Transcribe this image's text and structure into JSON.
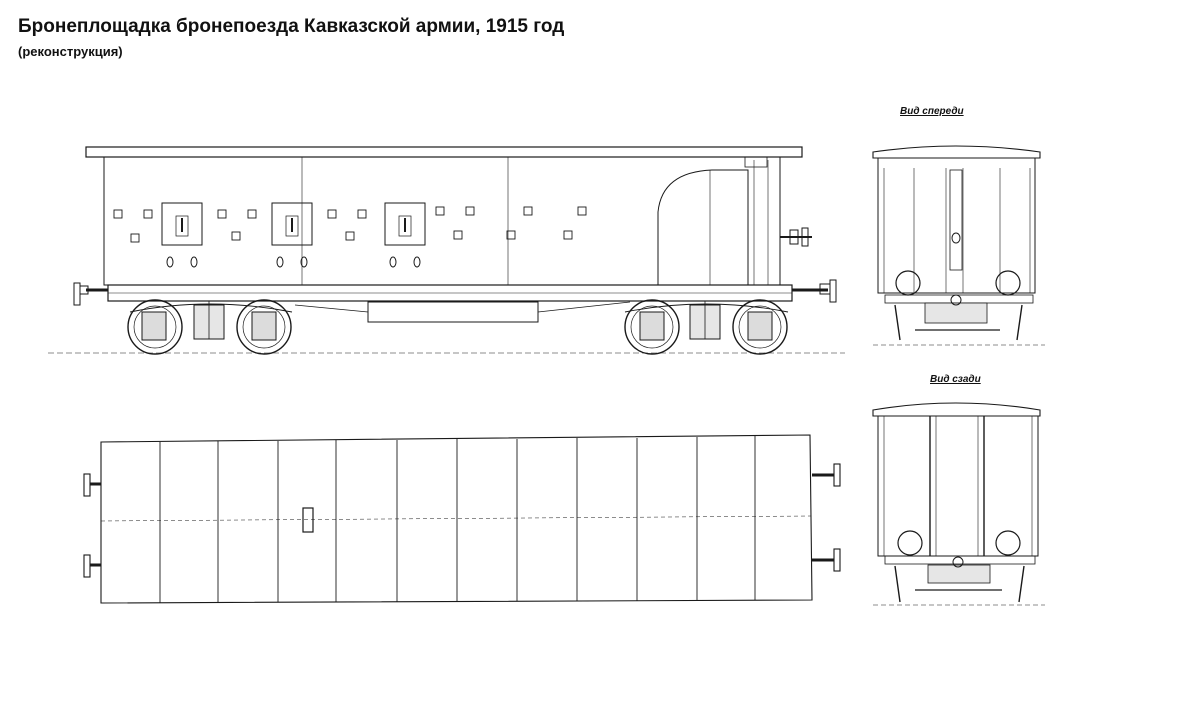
{
  "header": {
    "title": "Бронеплощадка бронепоезда Кавказской армии, 1915 год",
    "subtitle": "(реконструкция)"
  },
  "views": {
    "front_label": "Вид спереди",
    "rear_label": "Вид сзади"
  },
  "colors": {
    "line": "#1a1a1a",
    "background": "#ffffff"
  }
}
